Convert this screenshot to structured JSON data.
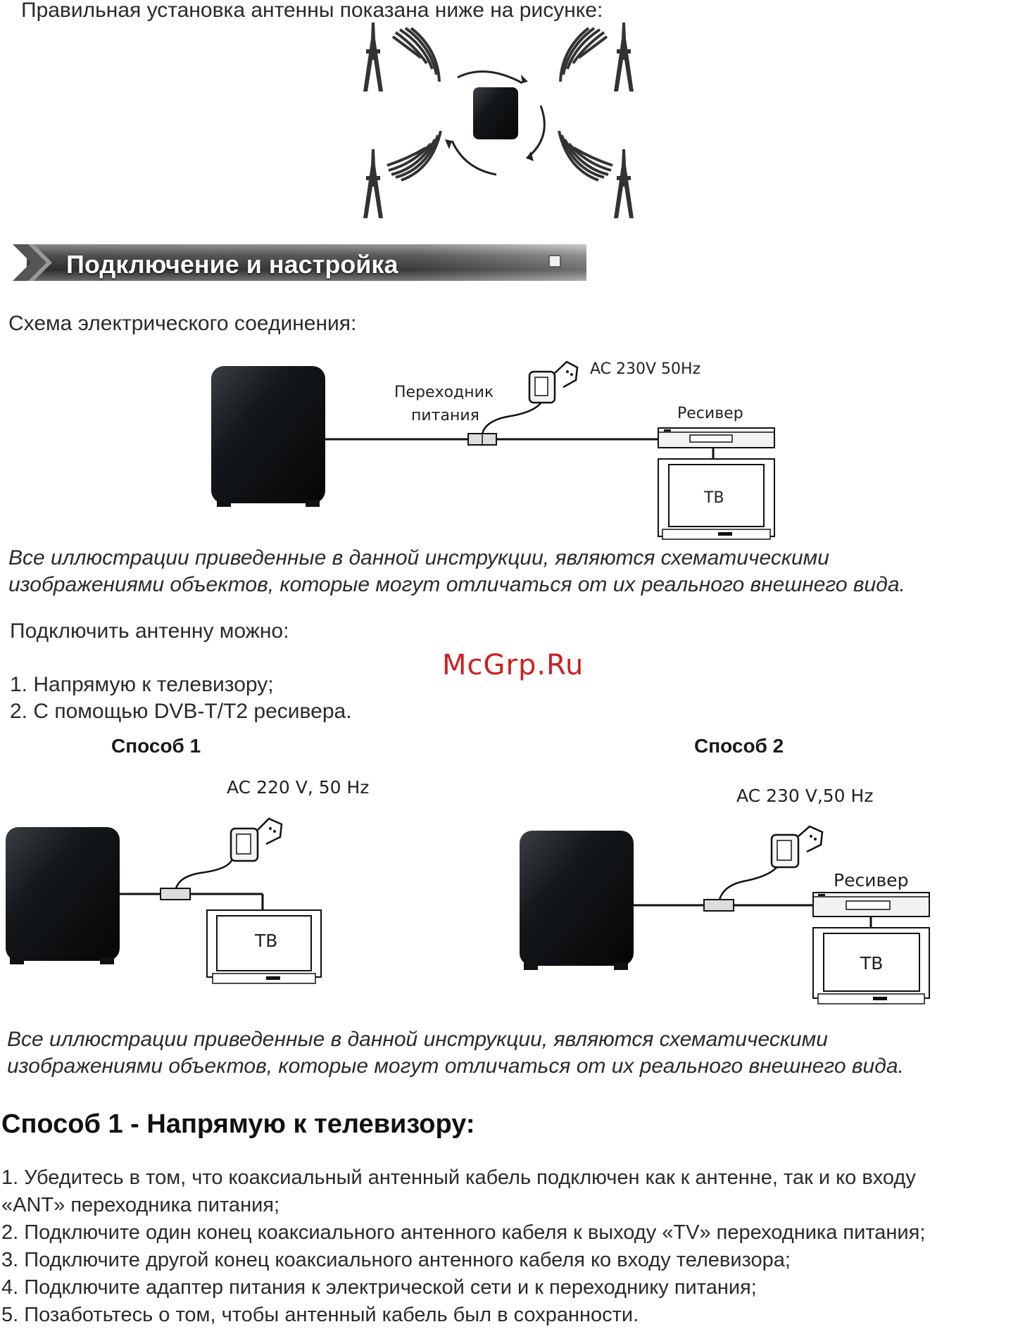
{
  "intro": {
    "text": "Правильная установка антенны показана ниже на рисунке:"
  },
  "banner": {
    "title": "Подключение и настройка"
  },
  "scheme": {
    "heading": "Схема электрического соединения:",
    "adapter_label_1": "Переходник",
    "adapter_label_2": "питания",
    "power_label": "AC 230V 50Hz",
    "receiver_label": "Ресивер",
    "tv_label": "ТВ"
  },
  "disclaimer_1": {
    "line1": "Все иллюстрации приведенные в данной инструкции, являются схематическими",
    "line2": "изображениями объектов, которые могут отличаться от их реального внешнего вида."
  },
  "connect": {
    "heading": "Подключить антенну можно:",
    "option1": "1. Напрямую к телевизору;",
    "option2": "2. С помощью DVB-T/T2 ресивера."
  },
  "watermark": "McGrp.Ru",
  "method1": {
    "title": "Способ 1",
    "power_label": "AC 220 V, 50 Hz",
    "tv_label": "ТВ"
  },
  "method2": {
    "title": "Способ 2",
    "power_label": "AC 230 V,50 Hz",
    "receiver_label": "Ресивер",
    "tv_label": "ТВ"
  },
  "disclaimer_2": {
    "line1": "Все иллюстрации приведенные в данной инструкции, являются схематическими",
    "line2": "изображениями объектов, которые могут отличаться от их реального внешнего вида."
  },
  "section1": {
    "heading": "Способ 1 - Напрямую к телевизору:",
    "steps": [
      "1. Убедитесь в том, что коаксиальный антенный кабель подключен как к антенне, так и ко входу",
      "«ANT» переходника питания;",
      "2. Подключите один конец коаксиального антенного кабеля к выходу «TV» переходника питания;",
      "3. Подключите другой конец коаксиального антенного кабеля ко входу телевизора;",
      "4. Подключите адаптер питания к электрической сети и к переходнику питания;",
      "5. Позаботьтесь о том, чтобы антенный кабель был в сохранности."
    ]
  }
}
